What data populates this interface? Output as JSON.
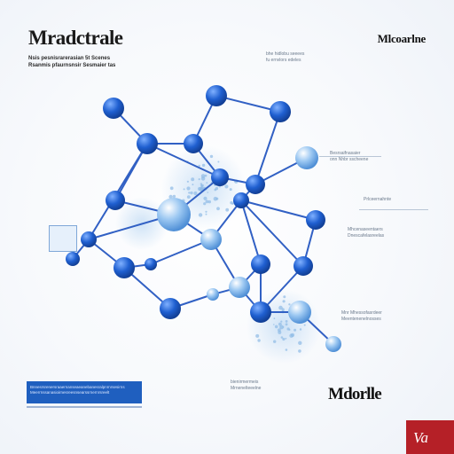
{
  "header": {
    "title": "Mradctrale",
    "top_right": "Mlcoarlne",
    "subtitle_lines": [
      "Nsis pesnisrarerasian 5t Scenes",
      "Rsanmis pfaurnsnsir Sesmaier tas"
    ]
  },
  "notes": {
    "top_center": [
      "bhe hidlobu seeees",
      "fu ernvlors edeles"
    ],
    "right_1": [
      "Besrsaifnasaier",
      "onn Nhbr sscheene"
    ],
    "right_2": "Prlceernahnte",
    "right_3": [
      "Mhcenaseentaers",
      "Dnescafelasreelas"
    ],
    "right_4": [
      "Mnr Mhessofasrdeer",
      "Meentenenelnosses"
    ],
    "bottom_center": [
      "bienirmermeis",
      "Mrnenelteeelne"
    ]
  },
  "footer": {
    "box_text": "Bnnesrsrenersraaernanseaeanebanesralpnrnrsesirns Meerrnssanasioirnesreesnsearssrnernrsreelt",
    "label": "Mdorlle"
  },
  "logo": {
    "text": "Va"
  },
  "colors": {
    "atom_dark": "#1f5fd0",
    "atom_light": "#7fb6ee",
    "bond": "#3160c4",
    "accent_red": "#b52027",
    "footer_blue": "#1f5fbf"
  }
}
